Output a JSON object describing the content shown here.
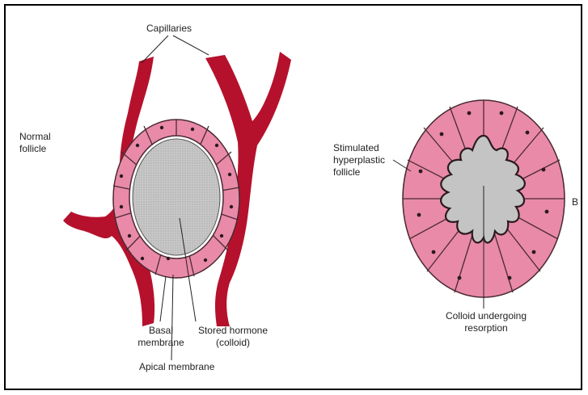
{
  "labels": {
    "capillaries": "Capillaries",
    "normal_follicle_1": "Normal",
    "normal_follicle_2": "follicle",
    "basal_membrane_1": "Basal",
    "basal_membrane_2": "membrane",
    "stored_hormone_1": "Stored hormone",
    "stored_hormone_2": "(colloid)",
    "apical_membrane": "Apical membrane",
    "stimulated_1": "Stimulated",
    "stimulated_2": "hyperplastic",
    "stimulated_3": "follicle",
    "colloid_resorption_1": "Colloid undergoing",
    "colloid_resorption_2": "resorption",
    "panel_b": "B"
  },
  "colors": {
    "capillary": "#b5112d",
    "cell_fill": "#e98aa8",
    "cell_stroke": "#4a2a33",
    "colloid": "#c4c4c4",
    "nucleus": "#2a1a1f"
  }
}
